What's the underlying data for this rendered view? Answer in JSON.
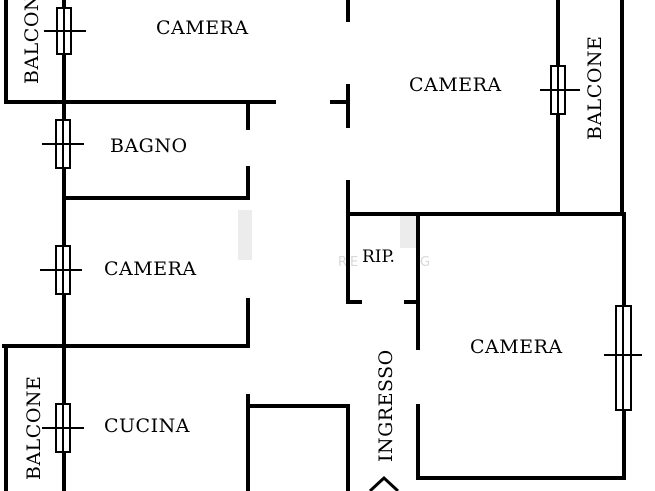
{
  "rooms": {
    "camera_top_left": "CAMERA",
    "camera_top_center": "CAMERA",
    "camera_mid_left": "CAMERA",
    "camera_right": "CAMERA",
    "bagno": "BAGNO",
    "ripostiglio": "RIP.",
    "cucina": "CUCINA",
    "ingresso": "INGRESSO",
    "balcone_top_left": "BALCONE",
    "balcone_top_right": "BALCONE",
    "balcone_bottom_left": "BALCONE"
  },
  "colors": {
    "walls": "#000000",
    "background": "#ffffff"
  }
}
